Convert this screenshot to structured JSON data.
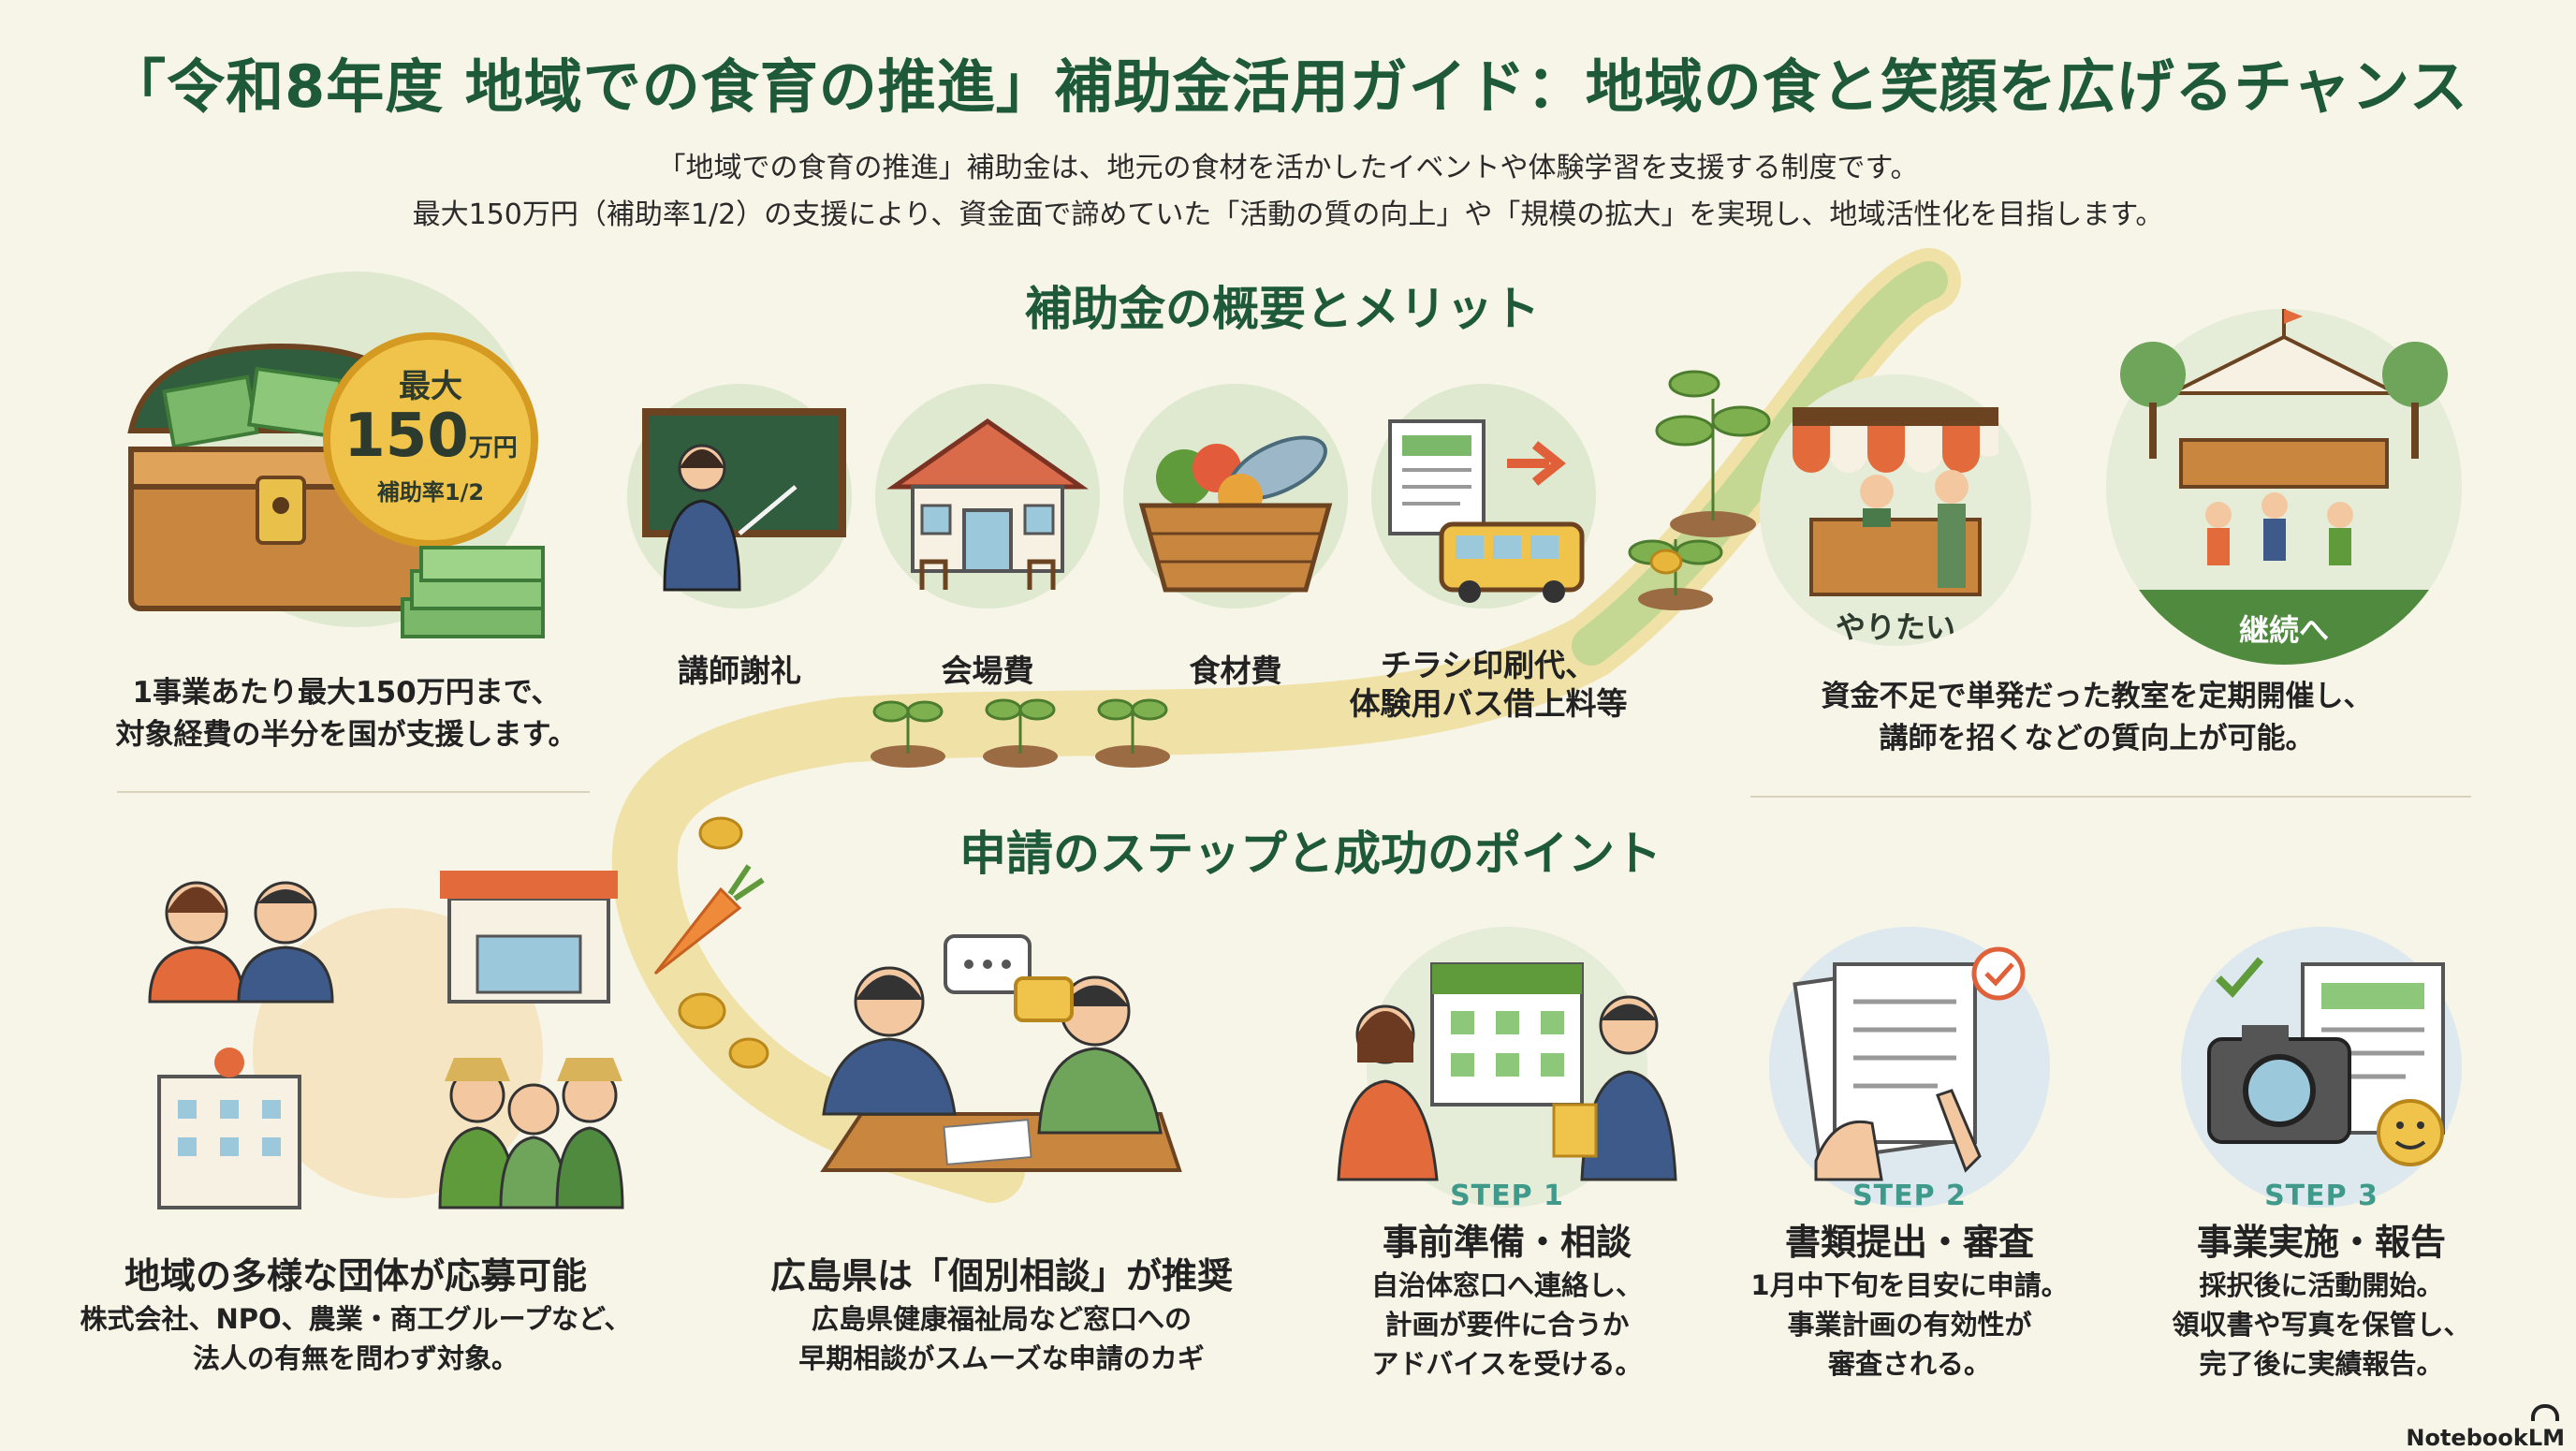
{
  "title": "「令和8年度 地域での食育の推進」補助金活用ガイド：地域の食と笑顔を広げるチャンス",
  "intro": {
    "line1": "「地域での食育の推進」補助金は、地元の食材を活かしたイベントや体験学習を支援する制度です。",
    "line2": "最大150万円（補助率1/2）の支援により、資金面で諦めていた「活動の質の向上」や「規模の拡大」を実現し、地域活性化を目指します。"
  },
  "overview": {
    "heading": "補助金の概要とメリット",
    "coin": {
      "top": "最大",
      "amount": "150",
      "unit": "万円",
      "rate": "補助率1/2"
    },
    "max_caption": [
      "1事業あたり最大150万円まで、",
      "対象経費の半分を国が支援します。"
    ],
    "expenses": [
      {
        "label": "講師謝礼",
        "icon": "teacher-icon"
      },
      {
        "label": "会場費",
        "icon": "venue-icon"
      },
      {
        "label": "食材費",
        "icon": "food-basket-icon"
      },
      {
        "label": "チラシ印刷代、\n体験用バス借上料等",
        "icon": "flyer-bus-icon"
      }
    ],
    "growth": {
      "want_label": "やりたい",
      "continue_label": "継続へ",
      "caption": [
        "資金不足で単発だった教室を定期開催し、",
        "講師を招くなどの質向上が可能。"
      ]
    }
  },
  "steps_section": {
    "heading": "申請のステップと成功のポイント",
    "eligibility": {
      "title": "地域の多様な団体が応募可能",
      "text": [
        "株式会社、NPO、農業・商工グループなど、",
        "法人の有無を問わず対象。"
      ]
    },
    "consult": {
      "title": "広島県は「個別相談」が推奨",
      "text": [
        "広島県健康福祉局など窓口への",
        "早期相談がスムーズな申請のカギ"
      ]
    },
    "steps": [
      {
        "step": "STEP 1",
        "title": "事前準備・相談",
        "text": [
          "自治体窓口へ連絡し、",
          "計画が要件に合うか",
          "アドバイスを受ける。"
        ],
        "icon": "calendar-consult-icon"
      },
      {
        "step": "STEP 2",
        "title": "書類提出・審査",
        "text": [
          "1月中下旬を目安に申請。",
          "事業計画の有効性が",
          "審査される。"
        ],
        "icon": "documents-icon"
      },
      {
        "step": "STEP 3",
        "title": "事業実施・報告",
        "text": [
          "採択後に活動開始。",
          "領収書や写真を保管し、",
          "完了後に実績報告。"
        ],
        "icon": "camera-report-icon"
      }
    ]
  },
  "brand": "NotebookLM",
  "colors": {
    "accent": "#1e5a3a",
    "step": "#3f9a8c",
    "circle": "#dfe9cf",
    "path": "#f2e3a4"
  }
}
